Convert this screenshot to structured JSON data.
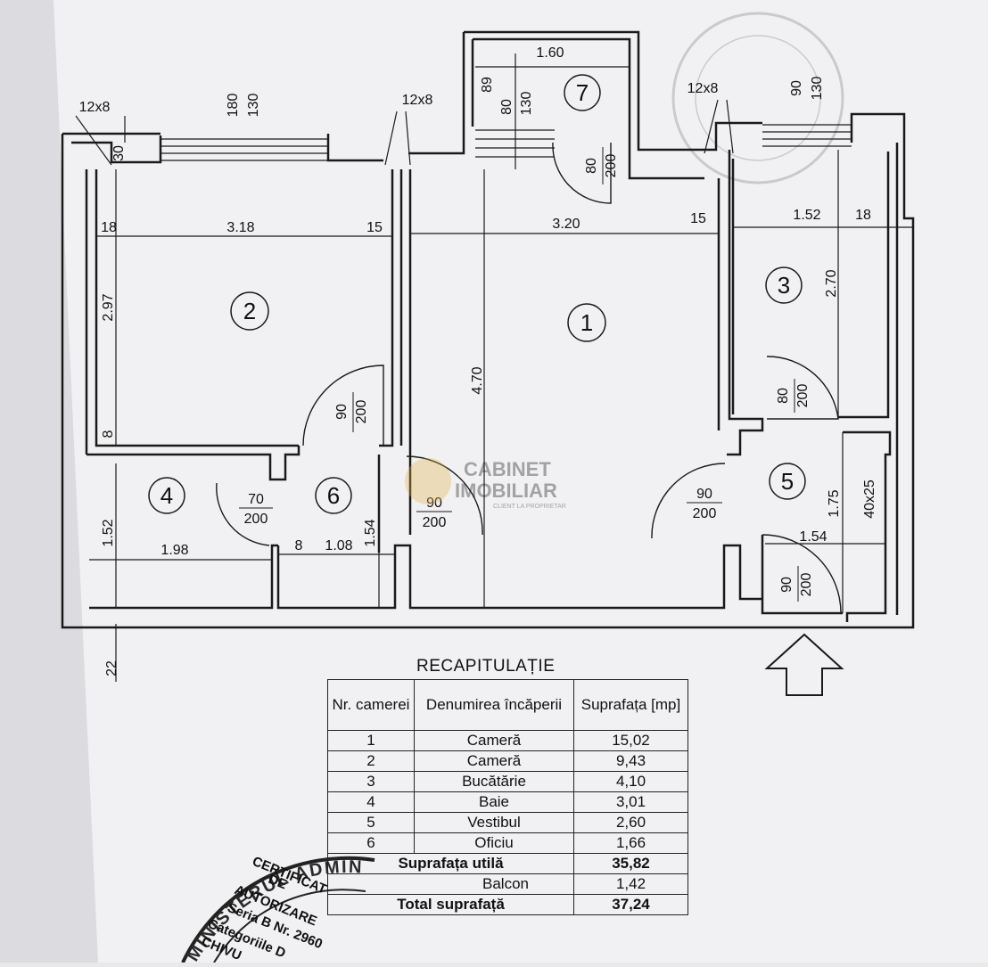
{
  "plan": {
    "rooms": [
      {
        "id": "1",
        "label": "1"
      },
      {
        "id": "2",
        "label": "2"
      },
      {
        "id": "3",
        "label": "3"
      },
      {
        "id": "4",
        "label": "4"
      },
      {
        "id": "5",
        "label": "5"
      },
      {
        "id": "6",
        "label": "6"
      },
      {
        "id": "7",
        "label": "7"
      }
    ],
    "dims": {
      "room2_width": "3.18",
      "room2_left": "18",
      "room2_right": "15",
      "room2_height": "2.97",
      "room1_width": "3.20",
      "room1_right": "15",
      "room1_height": "4.70",
      "room3_width": "1.52",
      "room3_right": "18",
      "room3_height": "2.70",
      "room7_width": "1.60",
      "room7_h1": "89",
      "room7_h2": "80",
      "room7_h3": "130",
      "win2_a": "180",
      "win2_b": "130",
      "win3_a": "90",
      "win3_b": "130",
      "sill": "30",
      "lintel_a": "12x8",
      "lintel_b": "12x8",
      "lintel_c": "12x8",
      "room4_width": "1.98",
      "room4_height": "1.52",
      "room6_width": "1.08",
      "room6_wall": "8",
      "room6_height": "1.54",
      "room2_bottom": "8",
      "room5_width": "1.54",
      "room5_height": "1.75",
      "duct": "40x25",
      "base": "22"
    },
    "doors": {
      "d7_top": "80",
      "d7_bot": "200",
      "d2_top": "90",
      "d2_bot": "200",
      "d4_top": "70",
      "d4_bot": "200",
      "d1_top": "90",
      "d1_bot": "200",
      "dhall_top": "90",
      "dhall_bot": "200",
      "d3_top": "80",
      "d3_bot": "200",
      "dentry_top": "90",
      "dentry_bot": "200"
    }
  },
  "watermark": {
    "line1": "CABINET",
    "line2": "IMOBILIAR",
    "line3": "CLIENT LA PROPRIETAR"
  },
  "recap": {
    "title": "RECAPITULAȚIE",
    "headers": {
      "nr": "Nr. camerei",
      "name": "Denumirea încăperii",
      "area": "Suprafața [mp]"
    },
    "rows": [
      {
        "nr": "1",
        "name": "Cameră",
        "area": "15,02"
      },
      {
        "nr": "2",
        "name": "Cameră",
        "area": "9,43"
      },
      {
        "nr": "3",
        "name": "Bucătărie",
        "area": "4,10"
      },
      {
        "nr": "4",
        "name": "Baie",
        "area": "3,01"
      },
      {
        "nr": "5",
        "name": "Vestibul",
        "area": "2,60"
      },
      {
        "nr": "6",
        "name": "Oficiu",
        "area": "1,66"
      }
    ],
    "util_label": "Suprafața utilă",
    "util_value": "35,82",
    "balcon_label": "Balcon",
    "balcon_value": "1,42",
    "total_label": "Total suprafață",
    "total_value": "37,24"
  },
  "stamp": {
    "arc": "MINISTERUL ADMINISTRAȚIEI Ș",
    "lines": [
      "CERTIFICAT",
      "DE",
      "AUTORIZARE",
      "Seria B Nr. 2960",
      "Categoriile D",
      "CHIVU"
    ]
  }
}
